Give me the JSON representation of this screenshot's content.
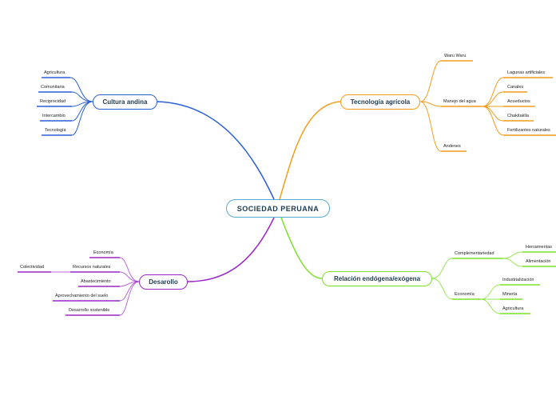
{
  "root": "SOCIEDAD PERUANA",
  "cultura": {
    "label": "Cultura andina",
    "items": [
      "Agricultura",
      "Comunitaria",
      "Reciprocidad",
      "Intercambio",
      "Tecnología"
    ]
  },
  "tecnologia": {
    "label": "Tecnología agrícola",
    "waru": "Waru Waru",
    "manejo": "Manejo del agua",
    "manejo_items": [
      "Lagunas artificiales",
      "Canales",
      "Acueductos",
      "Chakitaklla",
      "Fertilizantes naturales"
    ],
    "andenes": "Andenes"
  },
  "desarollo": {
    "label": "Desarollo",
    "economia": "Economía",
    "recursos": "Recursos naturales",
    "colectividad": "Colectividad",
    "abastecimiento": "Abastecimiento",
    "aprovechamiento": "Aprovechamiento del suelo",
    "sostenible": "Desarrollo sostenible"
  },
  "relacion": {
    "label": "Relación endógena/exógena",
    "complementariedad": "Complementariedad",
    "comp_items": [
      "Herramientas",
      "Alimentación"
    ],
    "economia": "Economía",
    "eco_items": [
      "Industrialización",
      "Minería",
      "Agricultura"
    ]
  },
  "colors": {
    "cultura": "#2a5fd6",
    "tecnologia": "#f39c1a",
    "desarollo": "#9b27c9",
    "relacion": "#7be02a",
    "root_border": "#5aa9d6"
  }
}
